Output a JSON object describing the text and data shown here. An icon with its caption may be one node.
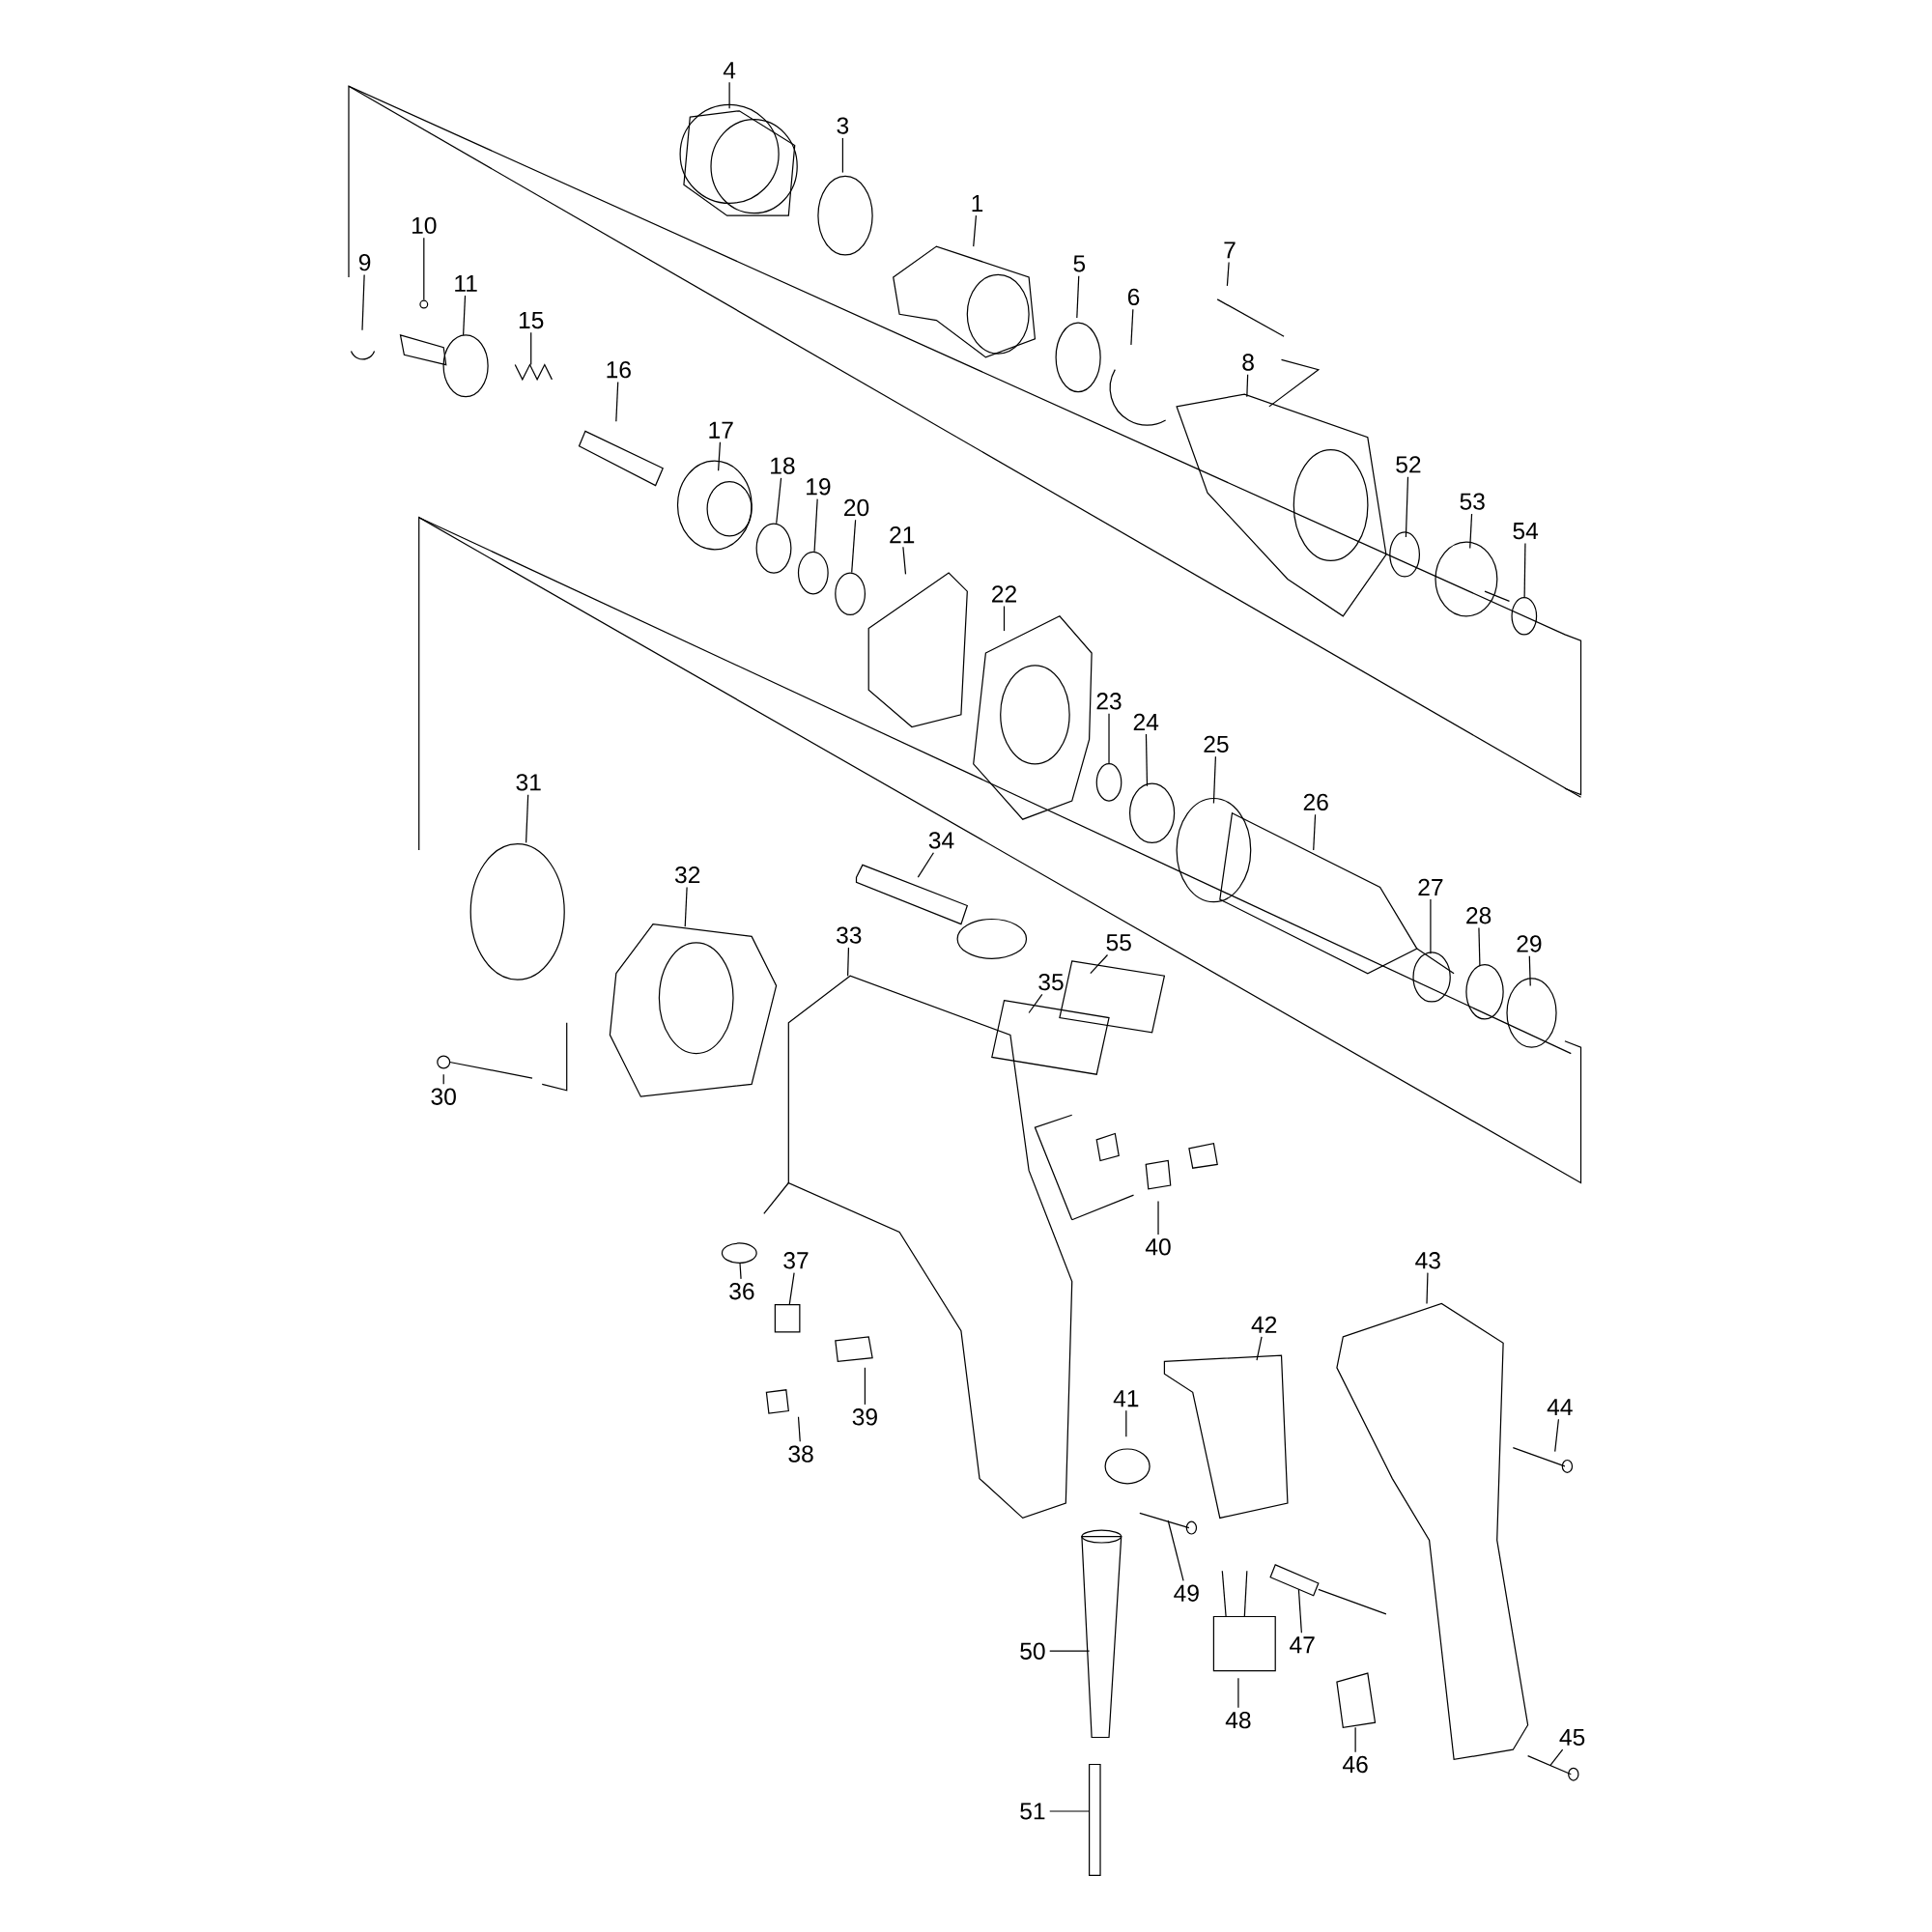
{
  "diagram": {
    "nodes": [
      {
        "text": [
          "4"
        ]
      },
      {
        "text": [
          "3"
        ]
      },
      {
        "text": [
          "1"
        ]
      },
      {
        "text": [
          "10"
        ]
      },
      {
        "text": [
          "7"
        ]
      },
      {
        "text": [
          "9"
        ]
      },
      {
        "text": [
          "5"
        ]
      },
      {
        "text": [
          "11"
        ]
      },
      {
        "text": [
          "6"
        ]
      },
      {
        "text": [
          "15"
        ]
      },
      {
        "text": [
          "8"
        ]
      },
      {
        "text": [
          "16"
        ]
      },
      {
        "text": [
          "17"
        ]
      },
      {
        "text": [
          "52"
        ]
      },
      {
        "text": [
          "18"
        ]
      },
      {
        "text": [
          "19"
        ]
      },
      {
        "text": [
          "53"
        ]
      },
      {
        "text": [
          "20"
        ]
      },
      {
        "text": [
          "54"
        ]
      },
      {
        "text": [
          "21"
        ]
      },
      {
        "text": [
          "22"
        ]
      },
      {
        "text": [
          "23"
        ]
      },
      {
        "text": [
          "24"
        ]
      },
      {
        "text": [
          "25"
        ]
      },
      {
        "text": [
          "31"
        ]
      },
      {
        "text": [
          "26"
        ]
      },
      {
        "text": [
          "34"
        ]
      },
      {
        "text": [
          "32"
        ]
      },
      {
        "text": [
          "27"
        ]
      },
      {
        "text": [
          "28"
        ]
      },
      {
        "text": [
          "33"
        ]
      },
      {
        "text": [
          "55"
        ]
      },
      {
        "text": [
          "29"
        ]
      },
      {
        "text": [
          "35"
        ]
      },
      {
        "text": [
          "30"
        ]
      },
      {
        "text": [
          "40"
        ]
      },
      {
        "text": [
          "37"
        ]
      },
      {
        "text": [
          "43"
        ]
      },
      {
        "text": [
          "36"
        ]
      },
      {
        "text": [
          "42"
        ]
      },
      {
        "text": [
          "41"
        ]
      },
      {
        "text": [
          "44"
        ]
      },
      {
        "text": [
          "39"
        ]
      },
      {
        "text": [
          "38"
        ]
      },
      {
        "text": [
          "49"
        ]
      },
      {
        "text": [
          "47"
        ]
      },
      {
        "text": [
          "50"
        ]
      },
      {
        "text": [
          "48"
        ]
      },
      {
        "text": [
          "45"
        ]
      },
      {
        "text": [
          "46"
        ]
      },
      {
        "text": [
          "51"
        ]
      },
      {
        "text": [],
        "shape": "circle"
      },
      {
        "text": [],
        "shape": "circle"
      },
      {
        "text": [],
        "shape": "circle"
      },
      {
        "text": [],
        "shape": "circle"
      },
      {
        "text": [],
        "shape": "circle"
      },
      {
        "text": [],
        "shape": "circle"
      },
      {
        "text": [],
        "shape": "circle"
      },
      {
        "text": [],
        "shape": "box"
      }
    ],
    "edges": [
      {
        "from": 0,
        "to": null,
        "arrow": "none"
      },
      {
        "from": 1,
        "to": null,
        "arrow": "none"
      },
      {
        "from": 2,
        "to": null,
        "arrow": "none"
      },
      {
        "from": 3,
        "to": 51,
        "arrow": "none"
      },
      {
        "from": 4,
        "to": null,
        "arrow": "none"
      },
      {
        "from": 5,
        "to": null,
        "arrow": "none"
      },
      {
        "from": 6,
        "to": null,
        "arrow": "none"
      },
      {
        "from": 7,
        "to": null,
        "arrow": "none"
      },
      {
        "from": 8,
        "to": null,
        "arrow": "none"
      },
      {
        "from": 9,
        "to": null,
        "arrow": "none"
      },
      {
        "from": 10,
        "to": null,
        "arrow": "none"
      },
      {
        "from": 11,
        "to": null,
        "arrow": "none"
      },
      {
        "from": 12,
        "to": null,
        "arrow": "none"
      },
      {
        "from": 13,
        "to": null,
        "arrow": "none"
      },
      {
        "from": 14,
        "to": 54,
        "arrow": "none"
      },
      {
        "from": 15,
        "to": 55,
        "arrow": "none"
      },
      {
        "from": 16,
        "to": null,
        "arrow": "none"
      },
      {
        "from": 17,
        "to": 56,
        "arrow": "none"
      },
      {
        "from": 18,
        "to": 52,
        "arrow": "none"
      },
      {
        "from": 19,
        "to": null,
        "arrow": "none"
      },
      {
        "from": 20,
        "to": null,
        "arrow": "none"
      },
      {
        "from": 21,
        "to": 57,
        "arrow": "none"
      },
      {
        "from": 22,
        "to": null,
        "arrow": "none"
      },
      {
        "from": 23,
        "to": null,
        "arrow": "none"
      },
      {
        "from": 24,
        "to": null,
        "arrow": "none"
      },
      {
        "from": 25,
        "to": null,
        "arrow": "none"
      },
      {
        "from": 26,
        "to": null,
        "arrow": "none"
      },
      {
        "from": 27,
        "to": null,
        "arrow": "none"
      },
      {
        "from": 28,
        "to": null,
        "arrow": "none"
      },
      {
        "from": 29,
        "to": null,
        "arrow": "none"
      },
      {
        "from": 30,
        "to": null,
        "arrow": "none"
      },
      {
        "from": 31,
        "to": null,
        "arrow": "none"
      },
      {
        "from": 32,
        "to": null,
        "arrow": "none"
      },
      {
        "from": 33,
        "to": null,
        "arrow": "none"
      },
      {
        "from": 34,
        "to": null,
        "arrow": "none"
      },
      {
        "from": 35,
        "to": null,
        "arrow": "none"
      },
      {
        "from": 36,
        "to": 58,
        "arrow": "none"
      },
      {
        "from": 37,
        "to": null,
        "arrow": "none"
      },
      {
        "from": 38,
        "to": 53,
        "arrow": "none"
      },
      {
        "from": 39,
        "to": null,
        "arrow": "none"
      },
      {
        "from": 40,
        "to": null,
        "arrow": "none"
      },
      {
        "from": 41,
        "to": null,
        "arrow": "none"
      },
      {
        "from": 42,
        "to": null,
        "arrow": "none"
      },
      {
        "from": 43,
        "to": null,
        "arrow": "none"
      },
      {
        "from": 44,
        "to": null,
        "arrow": "none"
      },
      {
        "from": 45,
        "to": null,
        "arrow": "none"
      },
      {
        "from": 46,
        "to": null,
        "arrow": "none"
      },
      {
        "from": 47,
        "to": null,
        "arrow": "none"
      },
      {
        "from": 48,
        "to": null,
        "arrow": "none"
      },
      {
        "from": 49,
        "to": null,
        "arrow": "none"
      },
      {
        "from": 50,
        "to": null,
        "arrow": "none"
      }
    ]
  }
}
